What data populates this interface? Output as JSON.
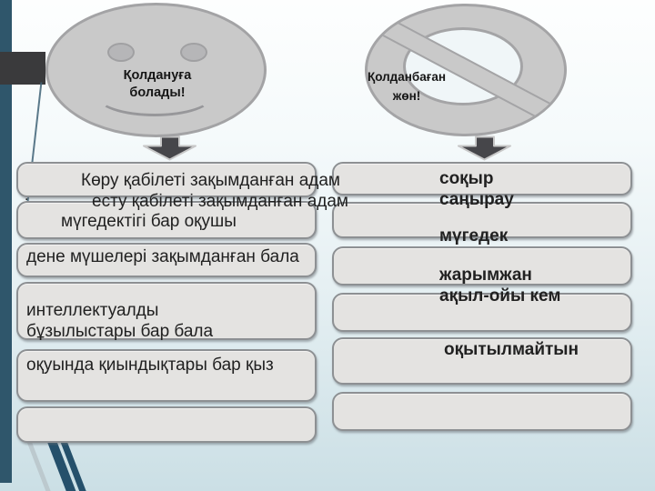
{
  "colors": {
    "accent_bar": "#2f566b",
    "dark_block": "#3a3a3c",
    "box_fill": "#e4e3e1",
    "box_border": "#8d9093",
    "shape_gray": "#c9c9c9",
    "arrow": "#46464a",
    "background_bottom": "#cbdfe5"
  },
  "allowed_section": {
    "bubble": {
      "line1": "Қолдануға",
      "line2": "болады!"
    },
    "terms": {
      "t1_line1": "Көру қабілеті зақымданған адам",
      "t1_line2": "есту қабілеті зақымданған адам",
      "t1_bullet": ".",
      "t1_line3": "мүгедектігі бар оқушы",
      "t2": "дене мүшелері зақымданған бала",
      "t3": "интеллектуалды бұзылыстары бар бала",
      "t4": "оқуында қиындықтары бар қыз"
    }
  },
  "banned_section": {
    "bubble": {
      "line1": "Қолданбаған",
      "line2": "жөн!"
    },
    "terms": {
      "t1": "соқыр",
      "t2": "саңырау",
      "t3": "мүгедек",
      "t4": "жарымжан",
      "t5": "ақыл-ойы кем",
      "t6": "оқытылмайтын"
    }
  }
}
